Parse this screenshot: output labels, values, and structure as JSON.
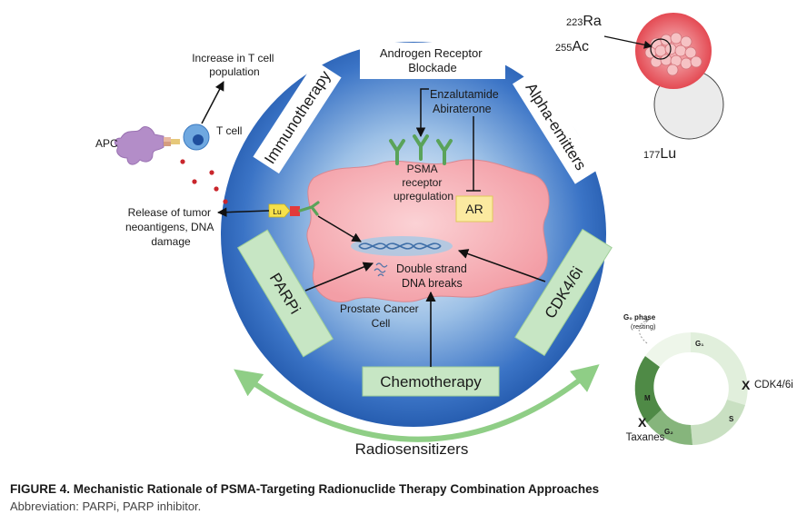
{
  "figure": {
    "caption_title": "FIGURE 4. Mechanistic Rationale of PSMA-Targeting Radionuclide Therapy Combination Approaches",
    "caption_abbreviation": "Abbreviation: PARPi, PARP inhibitor."
  },
  "diagram": {
    "box_androgen": [
      "Androgen Receptor",
      "Blockade"
    ],
    "label_immunotherapy": "Immunotherapy",
    "label_alpha": "Alpha-emitters",
    "label_parpi": "PARPi",
    "label_cdk": "CDK4/6i",
    "label_chemo": "Chemotherapy",
    "label_radiosensitizers": "Radiosensitizers",
    "drugs": [
      "Enzalutamide",
      "Abiraterone"
    ],
    "psma_upregulation": [
      "PSMA",
      "receptor",
      "upregulation"
    ],
    "ar_box": "AR",
    "dsb": [
      "Double strand",
      "DNA breaks"
    ],
    "prostate_cell": [
      "Prostate Cancer",
      "Cell"
    ],
    "lu_tag": "Lu",
    "release_text": [
      "Release of tumor",
      "neoantigens, DNA",
      "damage"
    ],
    "tcell_increase": [
      "Increase in T cell",
      "population"
    ],
    "apc": "APC",
    "tcell": "T cell",
    "ra_mass": "223",
    "ra_symbol": "Ra",
    "ac_mass": "255",
    "ac_symbol": "Ac",
    "lu_mass": "177",
    "lu_symbol": "Lu"
  },
  "cell_cycle": {
    "g0_phase": "G₀ phase",
    "g0_resting": "(resting)",
    "g1": "G₁",
    "s": "S",
    "g2": "G₂",
    "m": "M",
    "x_mark": "X",
    "cdk_label": "CDK4/6i",
    "taxanes_label": "Taxanes"
  },
  "colors": {
    "circle_blue": "#2a63b8",
    "tumor_pink": "#f7b3b8",
    "green_box": "#c7e6c4",
    "ar_yellow": "#fbeaa0",
    "alpha_red": "#e94f57"
  }
}
